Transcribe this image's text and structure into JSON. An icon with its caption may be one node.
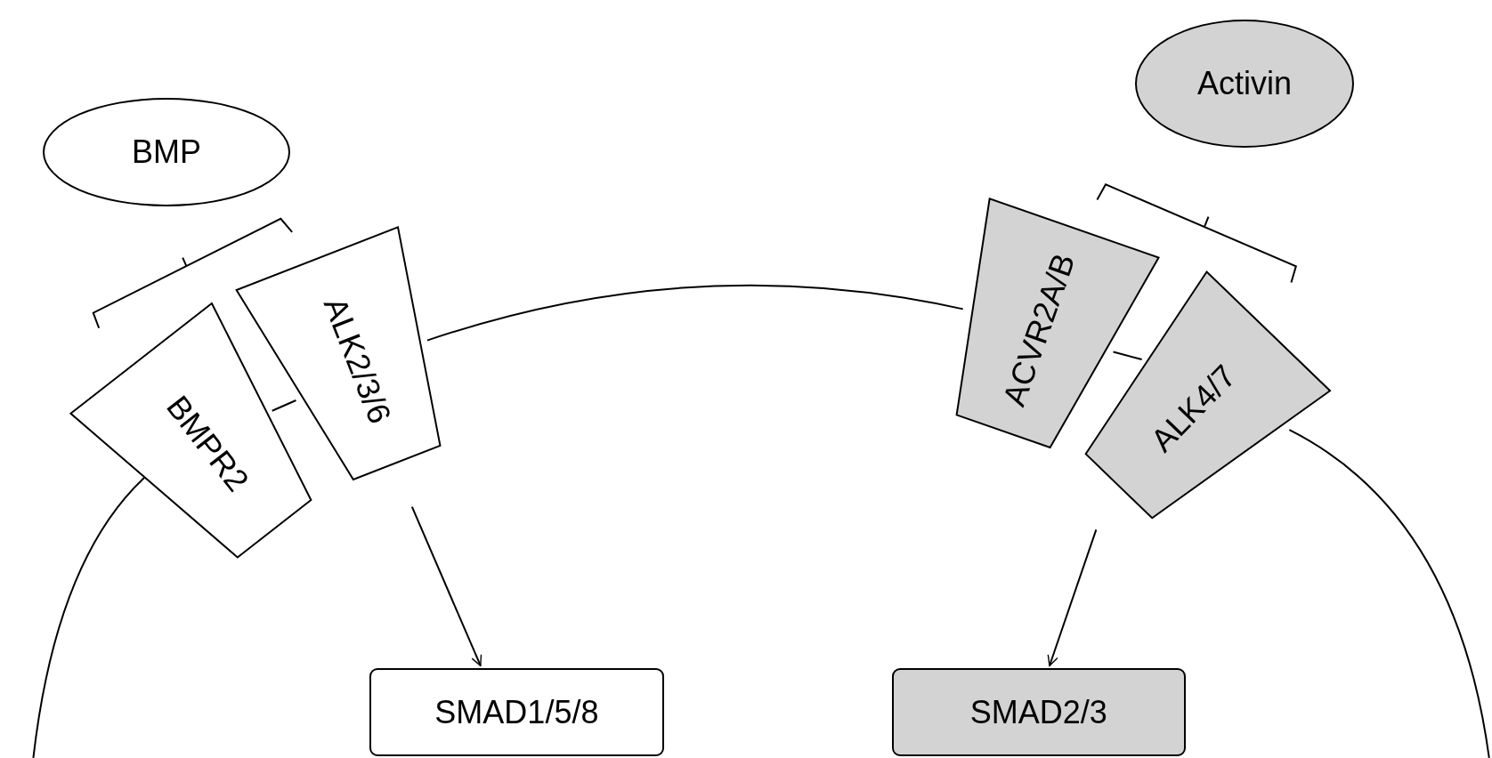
{
  "diagram": {
    "nodes": [
      {
        "text": [
          "BMP"
        ]
      },
      {
        "text": [
          "BMPR2"
        ]
      },
      {
        "text": [
          "ALK2/3/6"
        ]
      },
      {
        "text": [
          "ACVR2A/B"
        ]
      },
      {
        "text": [
          "ALK4/7"
        ]
      },
      {
        "text": [
          "Activin"
        ]
      },
      {
        "text": [
          "SMAD1/5/8"
        ]
      },
      {
        "text": [
          "SMAD2/3"
        ]
      }
    ],
    "edges": [
      {
        "from": 1,
        "to": 2,
        "arrow": "none"
      },
      {
        "from": 3,
        "to": 4,
        "arrow": "none"
      },
      {
        "from": 2,
        "to": 6,
        "arrow": "to"
      },
      {
        "from": 4,
        "to": 7,
        "arrow": "to"
      }
    ]
  }
}
